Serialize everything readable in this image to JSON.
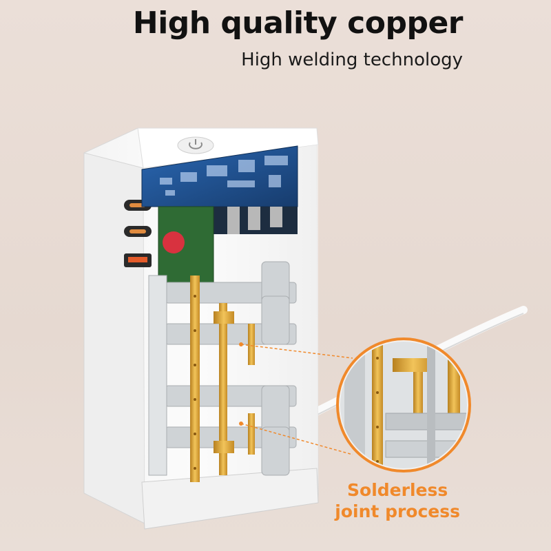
{
  "headline": "High quality copper",
  "subheadline": "High welding technology",
  "callout": {
    "line1": "Solderless",
    "line2": "joint process"
  },
  "colors": {
    "background": "#e9ddd6",
    "headline": "#111111",
    "callout": "#f0892b",
    "copper": "#d9a441",
    "pcb": "#1f4e8a",
    "housing": "#f6f6f6"
  }
}
